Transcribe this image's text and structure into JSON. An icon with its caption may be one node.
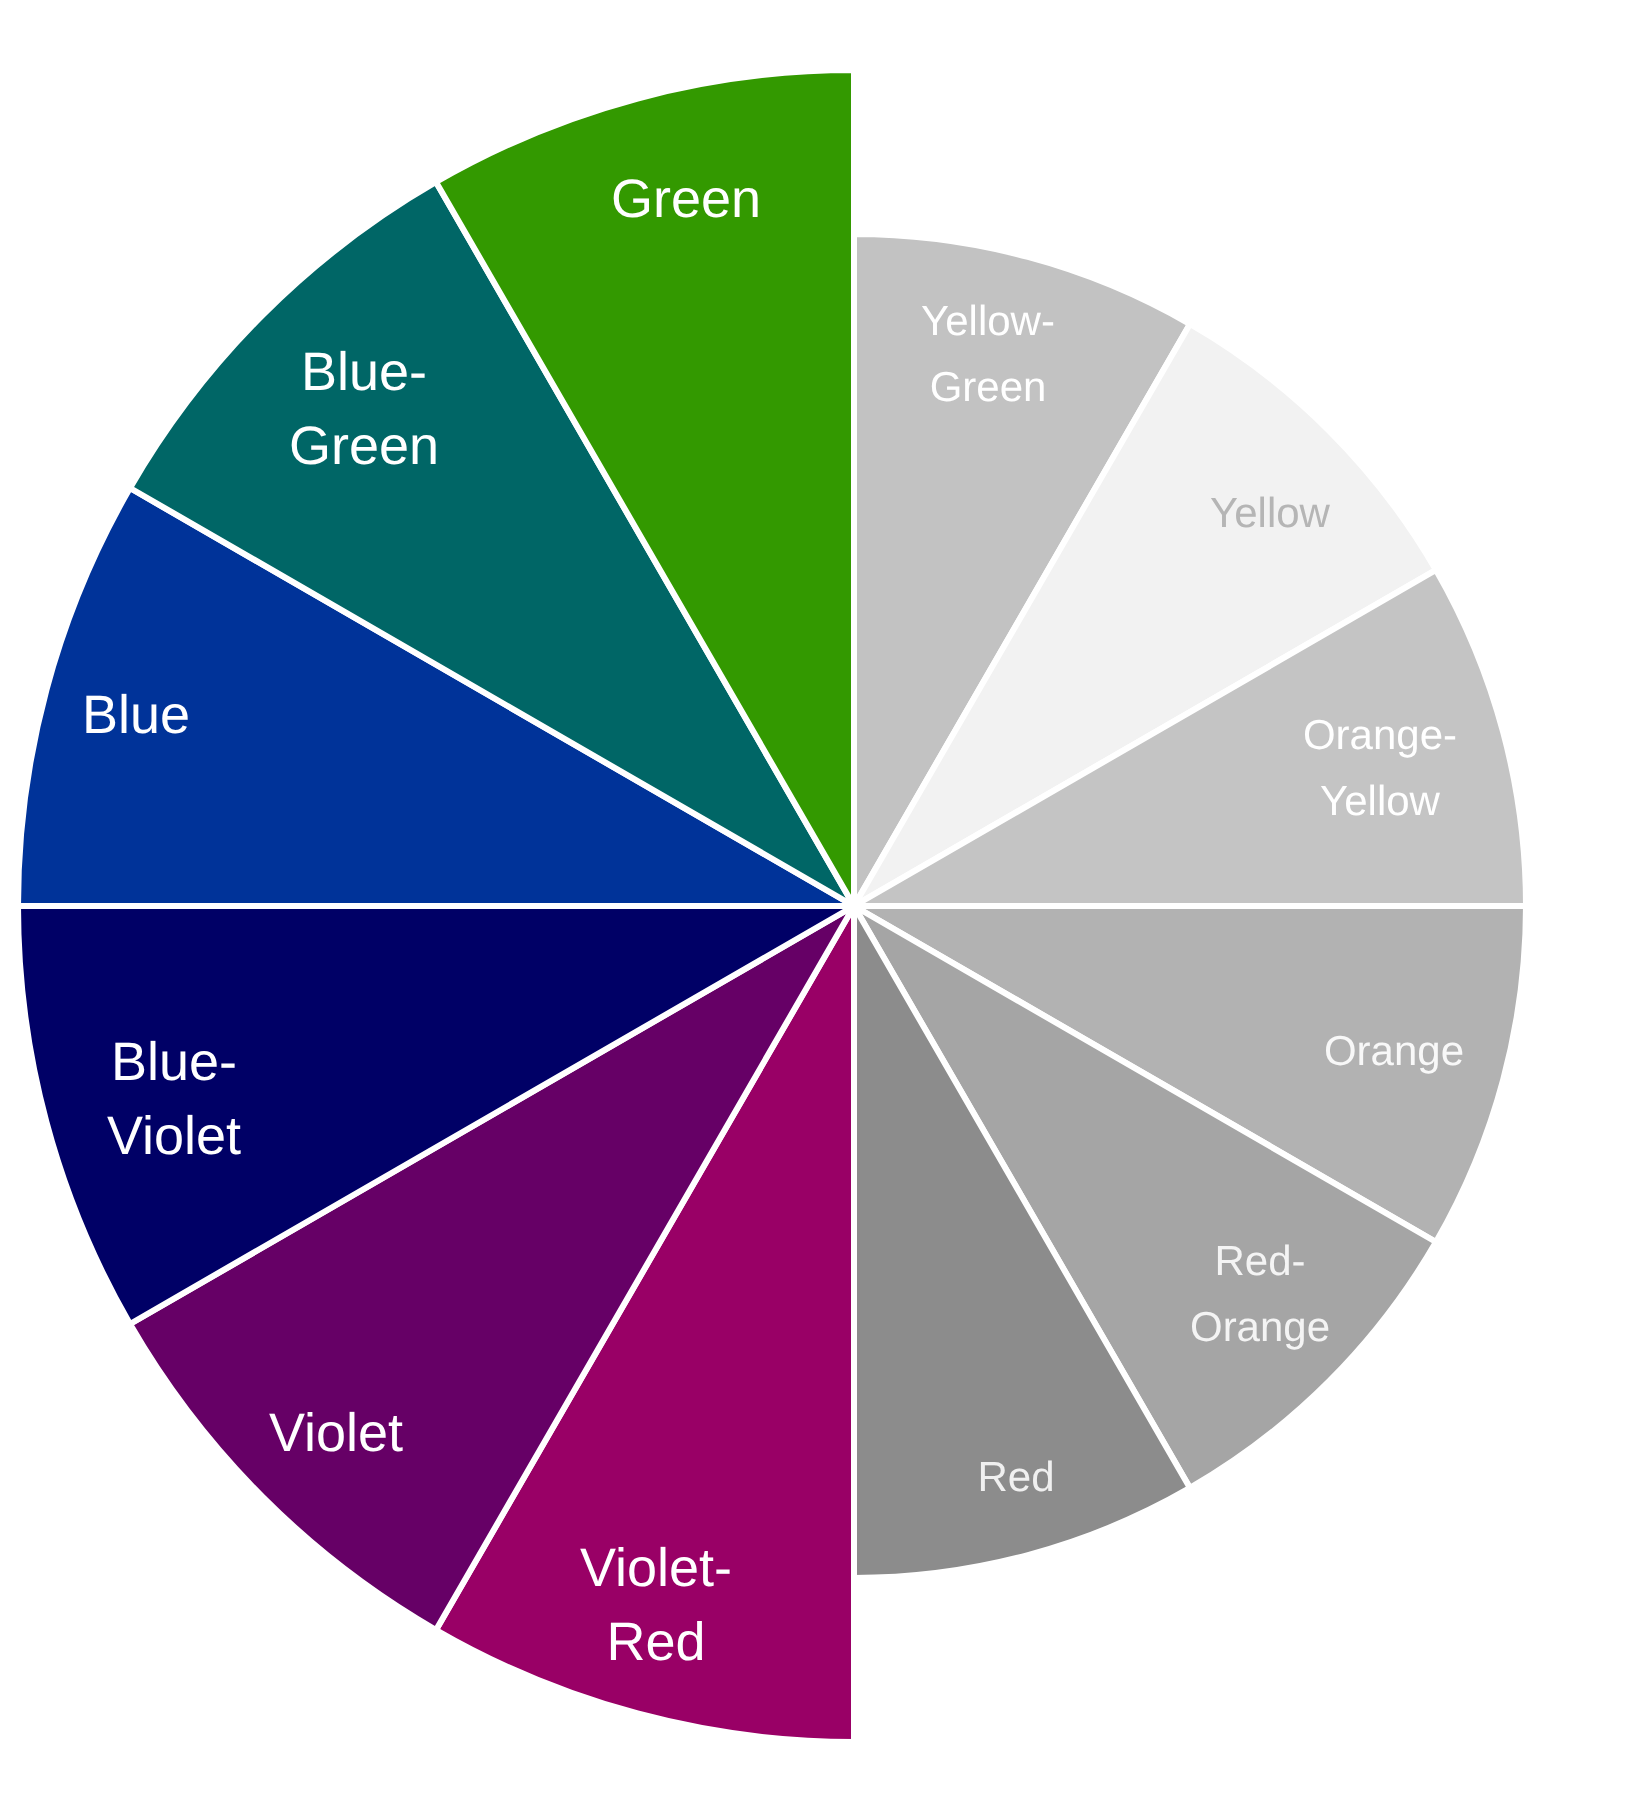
{
  "diagram": {
    "nodes": [
      {
        "text": [
          "Yellow-Green"
        ]
      },
      {
        "text": [
          "Yellow"
        ]
      },
      {
        "text": [
          "Orange-Yellow"
        ]
      },
      {
        "text": [
          "Orange"
        ]
      },
      {
        "text": [
          "Red-Orange"
        ]
      },
      {
        "text": [
          "Red"
        ]
      },
      {
        "text": [
          "Violet-Red"
        ]
      },
      {
        "text": [
          "Violet"
        ]
      },
      {
        "text": [
          "Blue-Violet"
        ]
      },
      {
        "text": [
          "Blue"
        ]
      },
      {
        "text": [
          "Blue-Green"
        ]
      },
      {
        "text": [
          "Green"
        ]
      }
    ]
  }
}
